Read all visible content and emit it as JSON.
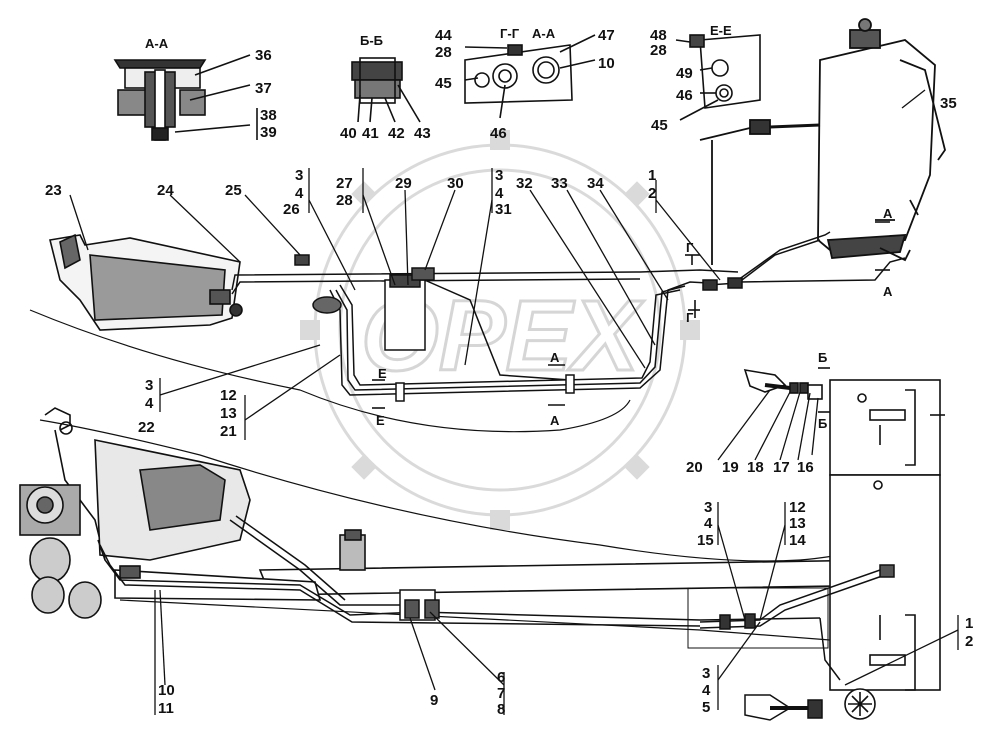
{
  "watermark": {
    "text": "OPEX"
  },
  "section_titles": {
    "a_a_left": "А-А",
    "b_b": "Б-Б",
    "g_g": "Г-Г",
    "a_a_right": "А-А",
    "e_e_top": "Е-Е"
  },
  "section_marks": {
    "a_right_1": "А",
    "a_right_2": "А",
    "g_1": "Г",
    "g_2": "Г",
    "a_mid_1": "А",
    "a_mid_2": "А",
    "e_1": "Е",
    "e_2": "Е",
    "b_1": "Б",
    "b_2": "Б"
  },
  "callouts": {
    "n1_top": "1",
    "n2_top": "2",
    "n3_top_a": "3",
    "n4_top_a": "4",
    "n26": "26",
    "n27": "27",
    "n28_a": "28",
    "n29": "29",
    "n30": "30",
    "n3_top_b": "3",
    "n4_top_b": "4",
    "n31": "31",
    "n32": "32",
    "n33": "33",
    "n34": "34",
    "n35": "35",
    "n23": "23",
    "n24": "24",
    "n25": "25",
    "n36": "36",
    "n37": "37",
    "n38": "38",
    "n39": "39",
    "n40": "40",
    "n41": "41",
    "n42": "42",
    "n43": "43",
    "n44": "44",
    "n28_b": "28",
    "n45_a": "45",
    "n46_a": "46",
    "n47": "47",
    "n10_top": "10",
    "n48": "48",
    "n28_c": "28",
    "n49": "49",
    "n46_b": "46",
    "n45_b": "45",
    "n3_left": "3",
    "n4_left": "4",
    "n22": "22",
    "n12_left": "12",
    "n13_left": "13",
    "n21": "21",
    "n20": "20",
    "n19": "19",
    "n18": "18",
    "n17": "17",
    "n16": "16",
    "n3_mid": "3",
    "n4_mid": "4",
    "n15": "15",
    "n12_mid": "12",
    "n13_mid": "13",
    "n14": "14",
    "n1_bot": "1",
    "n2_bot": "2",
    "n3_bot": "3",
    "n4_bot": "4",
    "n5": "5",
    "n10_bot": "10",
    "n11": "11",
    "n9": "9",
    "n6": "6",
    "n7": "7",
    "n8": "8"
  }
}
